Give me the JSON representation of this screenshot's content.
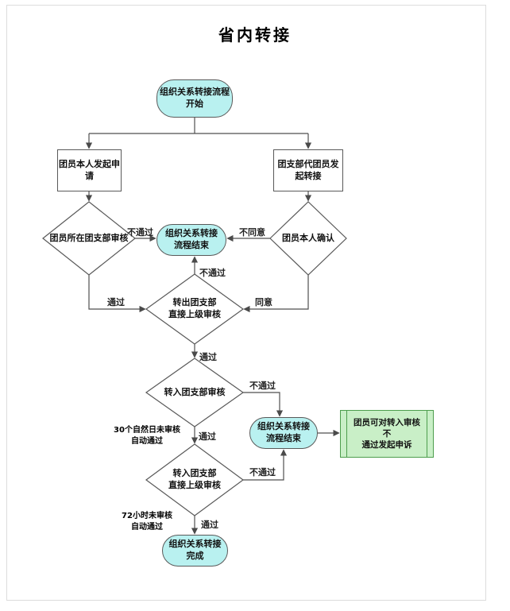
{
  "title": "省内转接",
  "nodes": {
    "start": "组织关系转接流程\n开始",
    "member_apply": "团员本人发起申\n请",
    "branch_apply": "团支部代团员发\n起转接",
    "branch_review": "团员所在团支部审核",
    "member_confirm": "团员本人确认",
    "end_terminate_1": "组织关系转接\n流程结束",
    "out_superior_review": "转出团支部\n直接上级审核",
    "in_branch_review": "转入团支部审核",
    "end_terminate_2": "组织关系转接\n流程结束",
    "appeal": "团员可对转入审核不\n通过发起申诉",
    "in_superior_review": "转入团支部\n直接上级审核",
    "complete": "组织关系转接\n完成"
  },
  "edge_labels": {
    "not_pass_1": "不通过",
    "disagree": "不同意",
    "not_pass_2": "不通过",
    "pass_1": "通过",
    "agree": "同意",
    "pass_2": "通过",
    "not_pass_3": "不通过",
    "pass_3": "通过",
    "not_pass_4": "不通过",
    "pass_4": "通过"
  },
  "notes": {
    "auto_pass_30d": "30个自然日未审核\n自动通过",
    "auto_pass_72h": "72小时未审核\n自动通过"
  },
  "colors": {
    "terminal_fill": "#b9f1f0",
    "process_fill": "#ffffff",
    "appeal_fill": "#c9efc7",
    "line": "#4f4f4f"
  }
}
